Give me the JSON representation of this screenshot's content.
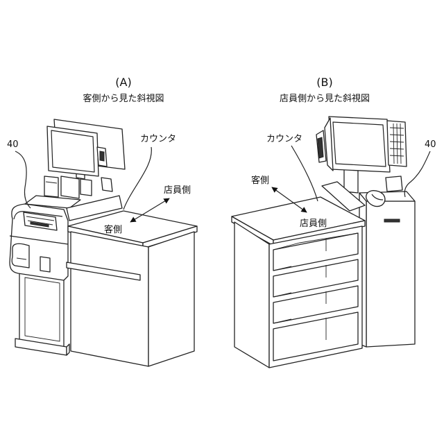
{
  "panel_a": {
    "letter": "(A)",
    "subtitle": "客側から見た斜視図",
    "ref_number": "40",
    "counter_label": "カウンタ",
    "staff_side_label": "店員側",
    "customer_side_label": "客側"
  },
  "panel_b": {
    "letter": "(B)",
    "subtitle": "店員側から見た斜視図",
    "ref_number": "40",
    "counter_label": "カウンタ",
    "customer_side_label": "客側",
    "staff_side_label": "店員側"
  },
  "colors": {
    "line": "#222222",
    "background": "#ffffff"
  }
}
